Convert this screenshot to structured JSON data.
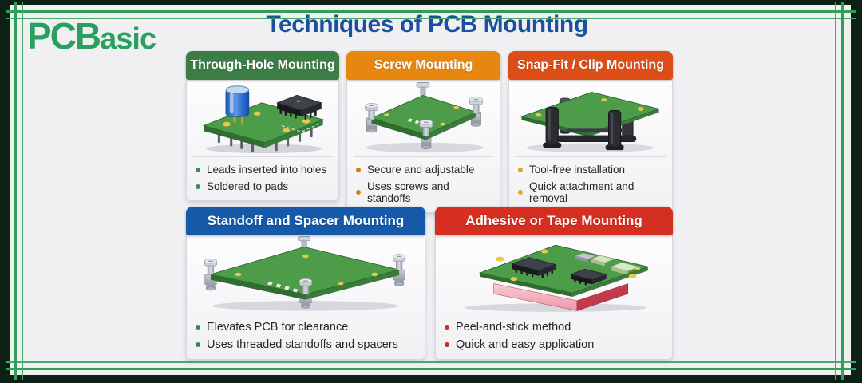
{
  "logo": {
    "prefix": "PCB",
    "suffix": "asic"
  },
  "title": "Techniques of PCB Mounting",
  "colors": {
    "frame_dark": "#0d2013",
    "frame_green": "#2f9e57",
    "title_blue": "#1b4fa0",
    "logo_green": "#2aa05f"
  },
  "cards": [
    {
      "title": "Through-Hole Mounting",
      "header_color": "#3c7d45",
      "bullet_color": "#3c8d50",
      "bullets": [
        "Leads inserted into holes",
        "Soldered to pads"
      ],
      "illustration": "through-hole-pcb"
    },
    {
      "title": "Screw Mounting",
      "header_color": "#e7870f",
      "bullet_color": "#d97a10",
      "bullets": [
        "Secure and adjustable",
        "Uses screws and standoffs"
      ],
      "illustration": "screw-mounted-pcb"
    },
    {
      "title": "Snap-Fit / Clip Mounting",
      "header_color": "#dd4d17",
      "bullet_color": "#dea61e",
      "bullets": [
        "Tool-free installation",
        "Quick attachment and removal"
      ],
      "illustration": "snap-fit-pcb"
    },
    {
      "title": "Standoff and Spacer Mounting",
      "header_color": "#1659a8",
      "bullet_color": "#35855c",
      "bullets": [
        "Elevates PCB for clearance",
        "Uses threaded standoffs and spacers"
      ],
      "illustration": "standoff-pcb"
    },
    {
      "title": "Adhesive or Tape Mounting",
      "header_color": "#d52f21",
      "bullet_color": "#cc2a20",
      "bullets": [
        "Peel-and-stick method",
        "Quick and easy application"
      ],
      "illustration": "adhesive-pcb"
    }
  ]
}
